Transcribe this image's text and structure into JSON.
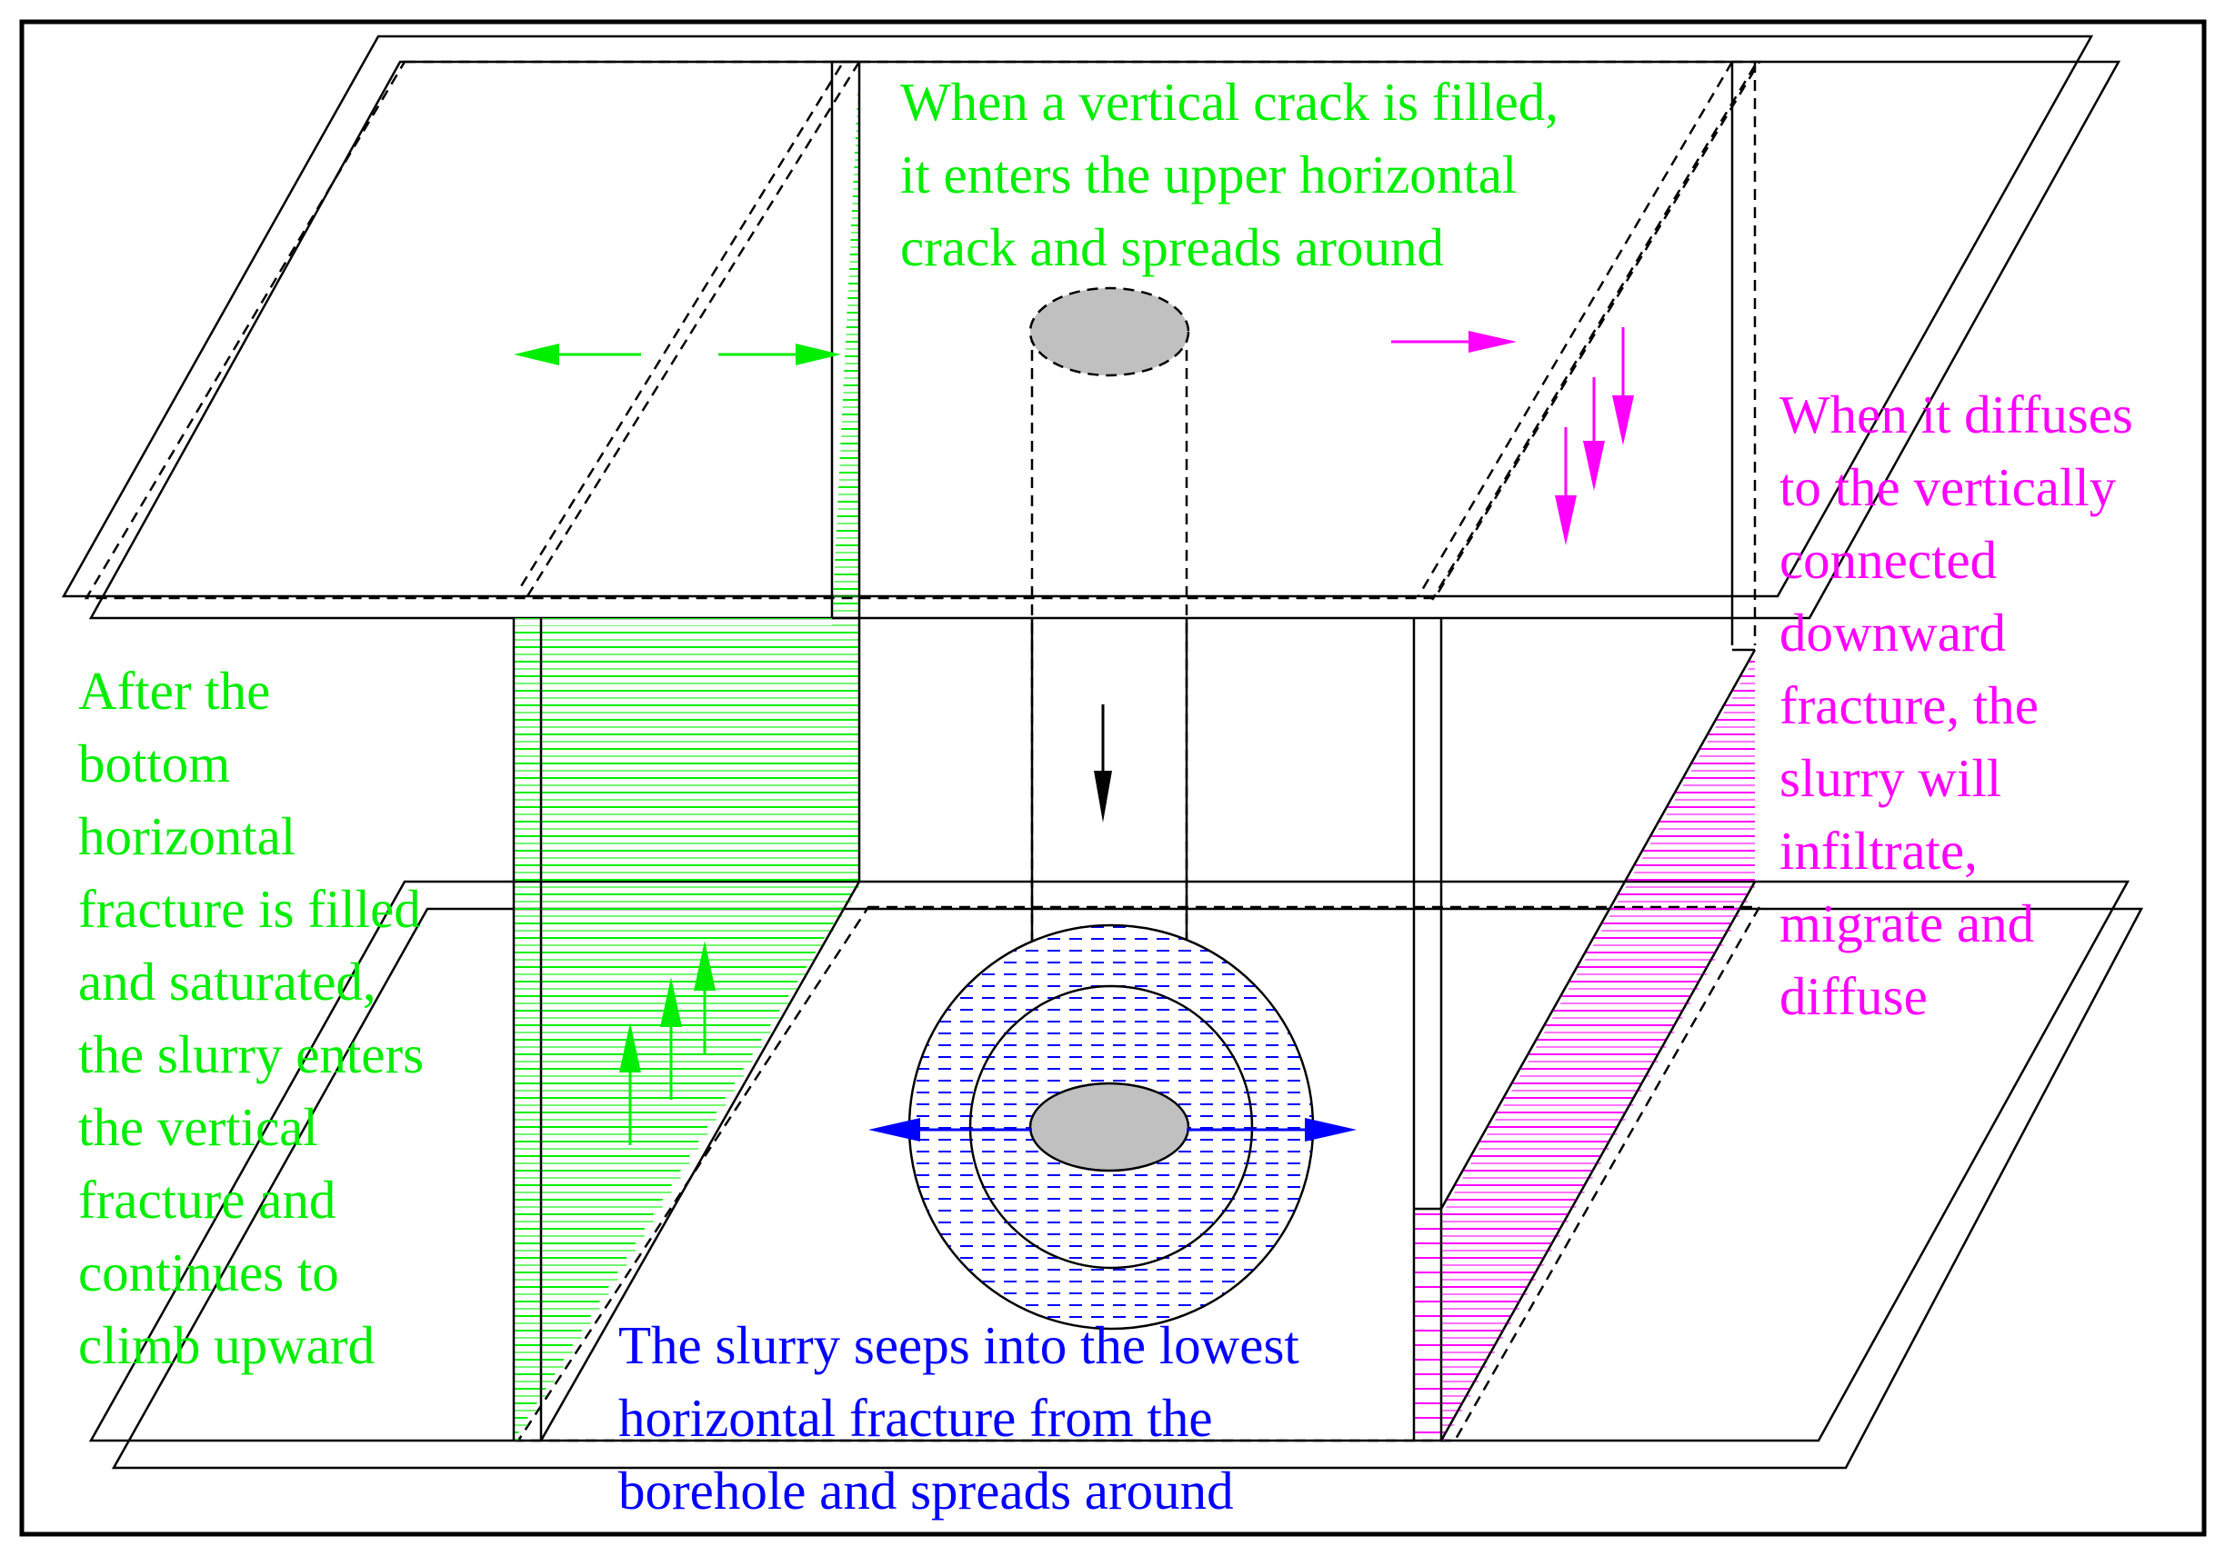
{
  "colors": {
    "green": "#00ee00",
    "magenta": "#ff00ff",
    "blue": "#0000ff",
    "gray_fill": "#c0c0c0",
    "line": "#000000"
  },
  "labels": {
    "top_caption": "When a vertical crack is filled,\nit enters the upper horizontal\ncrack and spreads around",
    "left_caption": "After the\nbottom\nhorizontal\nfracture is filled\nand saturated,\nthe slurry enters\nthe vertical\nfracture and\ncontinues to\nclimb upward",
    "right_caption": "When it diffuses\nto the vertically\nconnected\ndownward\nfracture, the\nslurry will\ninfiltrate,\nmigrate and\ndiffuse",
    "bottom_caption": "The slurry seeps into the lowest\nhorizontal fracture from the\nborehole and spreads around"
  },
  "icons": [
    "arrow-up-icon",
    "arrow-down-icon",
    "arrow-left-icon",
    "arrow-right-icon"
  ]
}
